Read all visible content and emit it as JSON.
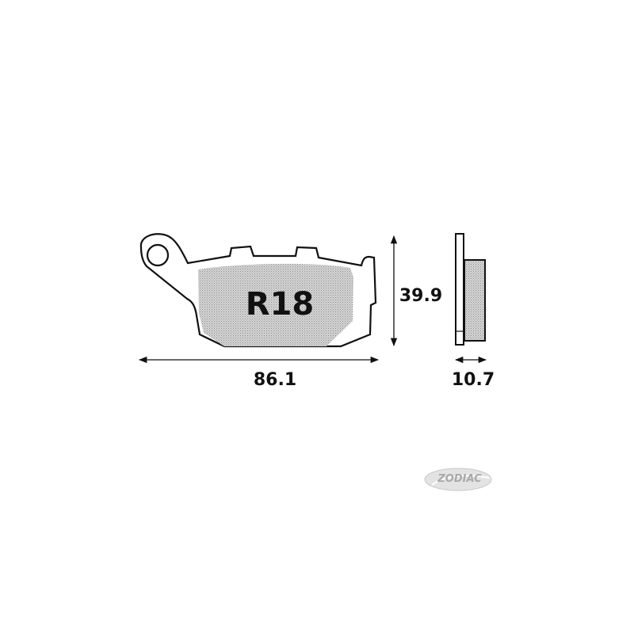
{
  "pad": {
    "code": "R18",
    "height_dim": "39.9",
    "width_dim": "86.1",
    "thickness_dim": "10.7"
  },
  "logo": {
    "text": "ZODIAC",
    "color": "#a9a9a9"
  },
  "colors": {
    "outline": "#111111",
    "friction_fill": "#c8c8c8"
  }
}
